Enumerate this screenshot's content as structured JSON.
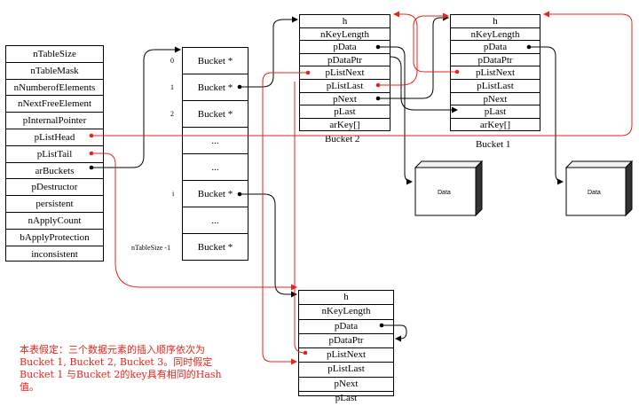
{
  "hashtable": {
    "fields": [
      "nTableSize",
      "nTableMask",
      "nNumberofElements",
      "nNextFreeElement",
      "pInternalPointer",
      "pListHead",
      "pListTail",
      "arBuckets",
      "pDestructor",
      "persistent",
      "nApplyCount",
      "bApplyProtection",
      "inconsistent"
    ]
  },
  "arbuckets": {
    "cells": [
      "Bucket *",
      "Bucket *",
      "Bucket *",
      "...",
      "...",
      "Bucket *",
      "...",
      "Bucket *"
    ],
    "indices": [
      "0",
      "1",
      "2",
      "",
      "",
      "i",
      "",
      "nTableSize -1"
    ]
  },
  "bucket_fields": [
    "h",
    "nKeyLength",
    "pData",
    "pDataPtr",
    "pListNext",
    "pListLast",
    "pNext",
    "pLast",
    "arKey[]"
  ],
  "bucket3_fields": [
    "h",
    "nKeyLength",
    "pData",
    "pDataPtr",
    "pListNext",
    "pListLast",
    "pNext",
    "pLast"
  ],
  "labels": {
    "bucket2": "Bucket 2",
    "bucket1": "Bucket 1",
    "data": "Data"
  },
  "note": "本表假定：三个数据元素的插入顺序依次为Bucket 1, Bucket 2, Bucket 3。同时假定Bucket 1 与Bucket 2的key具有相同的Hash值。",
  "colors": {
    "line": "#000000",
    "red": "#e0261c"
  }
}
